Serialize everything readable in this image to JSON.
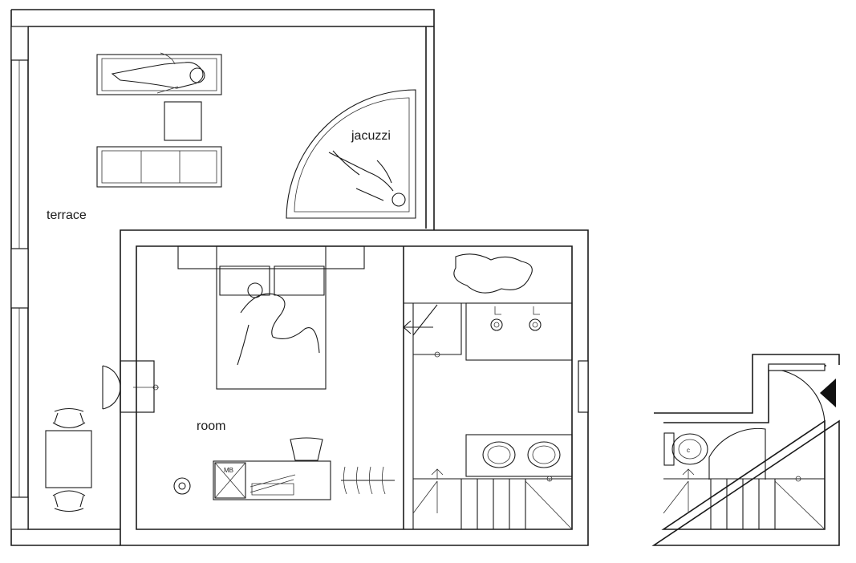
{
  "labels": {
    "terrace": "terrace",
    "jacuzzi": "jacuzzi",
    "room": "room",
    "cabinet_mark": "MB"
  },
  "icons": [
    "door-arrow-icon",
    "person-figure-icon",
    "toilet-icon",
    "sink-icon"
  ],
  "colors": {
    "line": "#1a1a1a",
    "background": "#ffffff"
  }
}
